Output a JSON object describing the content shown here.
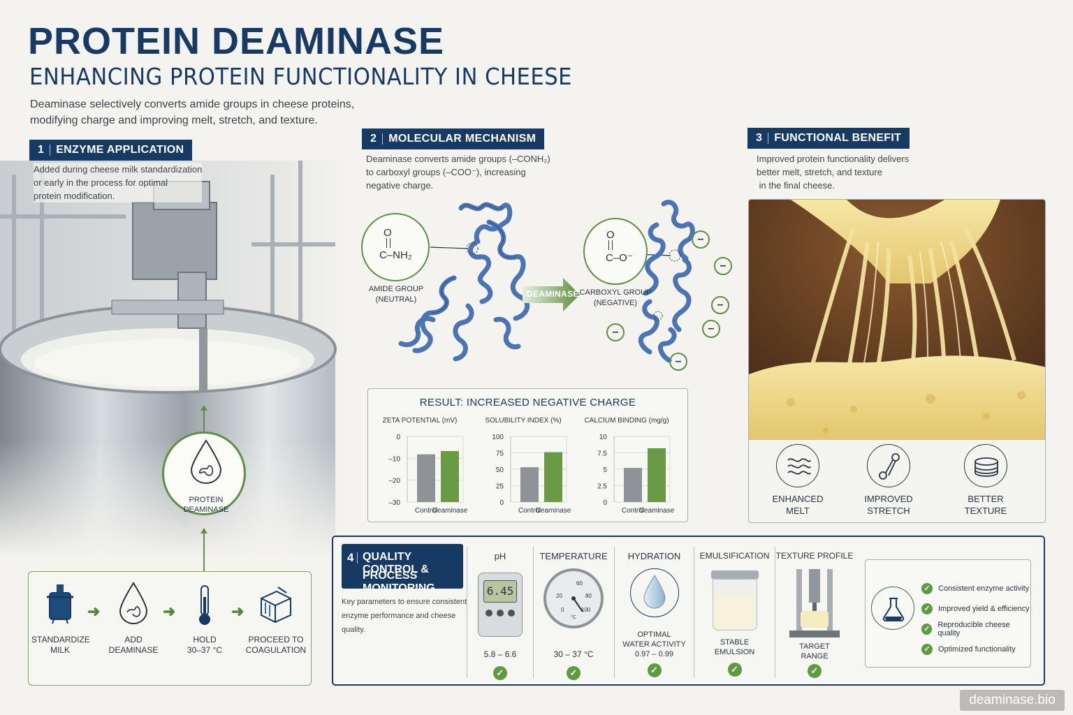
{
  "header": {
    "title": "PROTEIN DEAMINASE",
    "subtitle": "ENHANCING PROTEIN FUNCTIONALITY  IN CHEESE",
    "intro_line1": "Deaminase selectively converts amide groups in cheese proteins,",
    "intro_line2": "modifying charge and improving melt, stretch, and texture."
  },
  "section1": {
    "num": "1",
    "title": "ENZYME APPLICATION",
    "desc_line1": "Added during cheese milk standardization",
    "desc_line2": "or early in the process for optimal",
    "desc_line3": "protein modification.",
    "drop_label_line1": "PROTEIN",
    "drop_label_line2": "DEAMINASE",
    "steps": [
      {
        "line1": "STANDARDIZE",
        "line2": "MILK"
      },
      {
        "line1": "ADD",
        "line2": "DEAMINASE"
      },
      {
        "line1": "HOLD",
        "line2": "30–37 °C"
      },
      {
        "line1": "PROCEED TO",
        "line2": "COAGULATION"
      }
    ]
  },
  "section2": {
    "num": "2",
    "title": "MOLECULAR MECHANISM",
    "desc_line1": "Deaminase converts amide groups (–CONH₂)",
    "desc_line2": "to carboxyl groups (–COO⁻), increasing",
    "desc_line3": "negative charge.",
    "amide_o": "O",
    "amide_formula": "C–NH₂",
    "amide_label_line1": "AMIDE GROUP",
    "amide_label_line2": "(NEUTRAL)",
    "arrow_label": "DEAMINASE",
    "carboxyl_o": "O",
    "carboxyl_formula": "C–O⁻",
    "carboxyl_label_line1": "CARBOXYL GROUP",
    "carboxyl_label_line2": "(NEGATIVE)",
    "minus_sign": "–",
    "result_title": "RESULT:  INCREASED NEGATIVE CHARGE"
  },
  "chart_data": [
    {
      "type": "bar",
      "title": "ZETA POTENTIAL (mV)",
      "categories": [
        "Control",
        "Deaminase"
      ],
      "values": [
        -10,
        -7
      ],
      "ylim": [
        -30,
        0
      ],
      "ticks": [
        "0",
        "–10",
        "–20",
        "–30"
      ],
      "colors": [
        "#8f9397",
        "#6a9a44"
      ]
    },
    {
      "type": "bar",
      "title": "SOLUBILITY INDEX (%)",
      "categories": [
        "Control",
        "Deaminase"
      ],
      "values": [
        53,
        76
      ],
      "ylim": [
        0,
        100
      ],
      "ticks": [
        "100",
        "75",
        "50",
        "25",
        "0"
      ],
      "colors": [
        "#8f9397",
        "#6a9a44"
      ]
    },
    {
      "type": "bar",
      "title": "CALCIUM BINDING (mg/g)",
      "categories": [
        "Control",
        "Deaminase"
      ],
      "values": [
        5.2,
        8.2
      ],
      "ylim": [
        0,
        10
      ],
      "ticks": [
        "10",
        "7.5",
        "5",
        "2.5",
        "0"
      ],
      "colors": [
        "#8f9397",
        "#6a9a44"
      ]
    }
  ],
  "section3": {
    "num": "3",
    "title": "FUNCTIONAL BENEFIT",
    "desc_line1": "Improved protein functionality delivers",
    "desc_line2": "better melt, stretch, and texture",
    "desc_line3": " in the final cheese.",
    "benefits": [
      {
        "line1": "ENHANCED",
        "line2": "MELT",
        "icon": "melt-waves-icon"
      },
      {
        "line1": "IMPROVED",
        "line2": "STRETCH",
        "icon": "stretch-icon"
      },
      {
        "line1": "BETTER",
        "line2": "TEXTURE",
        "icon": "texture-layers-icon"
      }
    ]
  },
  "section4": {
    "num": "4",
    "title_line1": "QUALITY CONTROL &",
    "title_line2": "PROCESS MONITORING",
    "desc_line1": "Key parameters to ensure consistent",
    "desc_line2": "enzyme performance and cheese quality.",
    "params": [
      {
        "name": "pH",
        "value_line1": "5.8 – 6.6",
        "value_line2": ""
      },
      {
        "name": "TEMPERATURE",
        "value_line1": "30 – 37 °C",
        "value_line2": ""
      },
      {
        "name": "HYDRATION",
        "value_line1": "OPTIMAL",
        "value_line2": "WATER ACTIVITY",
        "value_line3": "0.97 – 0.99"
      },
      {
        "name": "EMULSIFICATION",
        "value_line1": "STABLE",
        "value_line2": "EMULSION"
      },
      {
        "name": "TEXTURE PROFILE",
        "value_line1": "TARGET",
        "value_line2": "RANGE"
      }
    ],
    "ph_display": "6.45",
    "gauge_labels": [
      "20",
      "60",
      "80",
      "0",
      "100",
      "°C"
    ],
    "checklist": [
      "Consistent enzyme activity",
      "Improved yield & efficiency",
      "Reproducible cheese quality",
      "Optimized functionality"
    ]
  },
  "watermark": "deaminase.bio"
}
